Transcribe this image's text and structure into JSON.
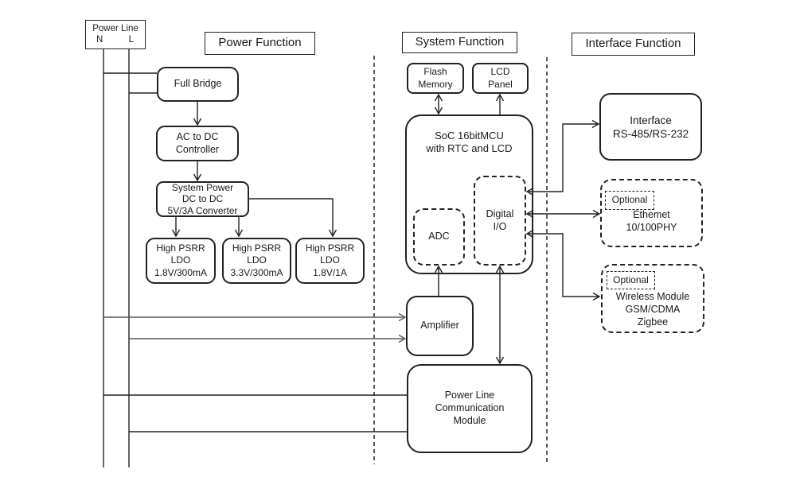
{
  "colors": {
    "stroke": "#222222",
    "gray_wire": "#595959",
    "background": "#ffffff"
  },
  "power_line_source": {
    "label": "Power Line",
    "neutral": "N",
    "live": "L"
  },
  "sections": {
    "power": {
      "title": "Power Function"
    },
    "system": {
      "title": "System Function"
    },
    "interface": {
      "title": "Interface Function"
    }
  },
  "blocks": {
    "full_bridge": {
      "label": "Full Bridge"
    },
    "ac_to_dc": {
      "label": "AC to DC\nController"
    },
    "dc_to_dc": {
      "label": "System Power\nDC to DC\n5V/3A Converter"
    },
    "ldo_1v8_300ma": {
      "label": "High PSRR\nLDO\n1.8V/300mA"
    },
    "ldo_3v3_300ma": {
      "label": "High PSRR\nLDO\n3.3V/300mA"
    },
    "ldo_1v8_1a": {
      "label": "High PSRR\nLDO\n1.8V/1A"
    },
    "flash_memory": {
      "label": "Flash\nMemory"
    },
    "lcd_panel": {
      "label": "LCD\nPanel"
    },
    "soc": {
      "label": "SoC 16bitMCU\nwith RTC and LCD"
    },
    "adc": {
      "label": "ADC"
    },
    "digital_io": {
      "label": "Digital\nI/O"
    },
    "amplifier": {
      "label": "Amplifier"
    },
    "plc_module": {
      "label": "Power Line\nCommunication\nModule"
    },
    "rs485_rs232": {
      "label": "Interface\nRS-485/RS-232"
    },
    "ethernet": {
      "optional": "Optional",
      "label": "Ethemet\n10/100PHY"
    },
    "wireless": {
      "optional": "Optional",
      "label": "Wireless Module\nGSM/CDMA\nZigbee"
    }
  }
}
